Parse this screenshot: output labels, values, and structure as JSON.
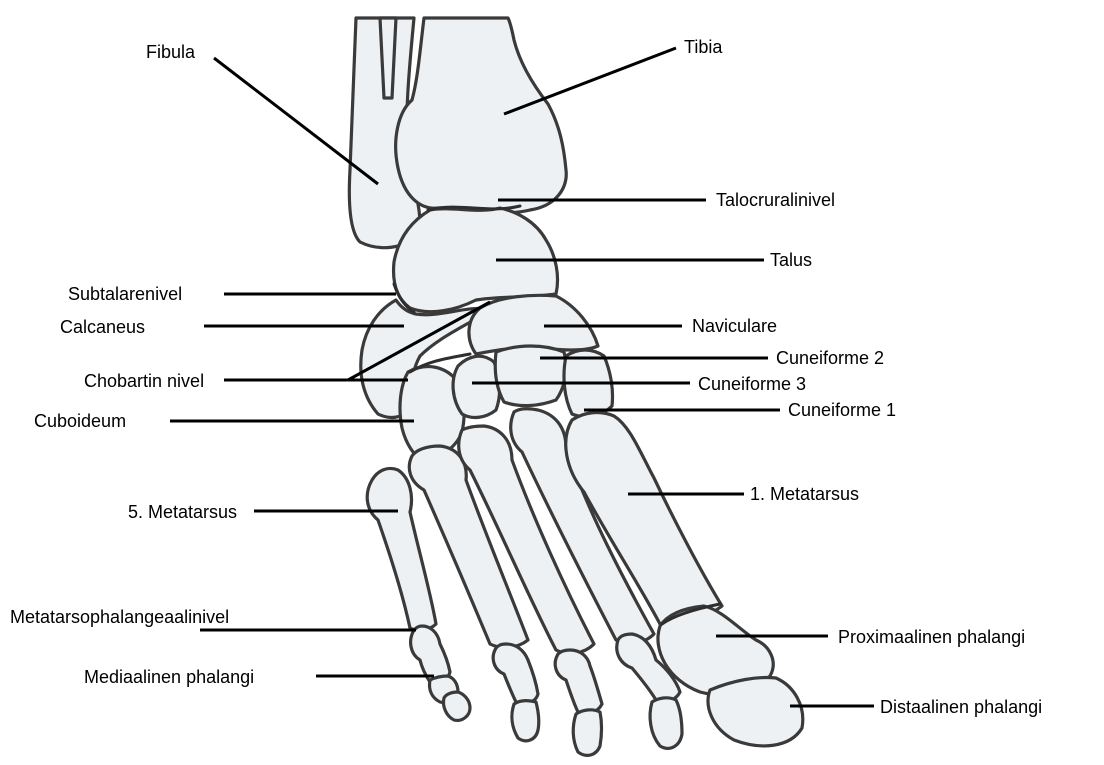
{
  "diagram": {
    "labels": {
      "fibula": "Fibula",
      "tibia": "Tibia",
      "talocrural": "Talocruralinivel",
      "talus": "Talus",
      "subtalar": "Subtalarenivel",
      "calcaneus": "Calcaneus",
      "naviculare": "Naviculare",
      "cuneiforme2": "Cuneiforme 2",
      "chobartin": "Chobartin nivel",
      "cuneiforme3": "Cuneiforme 3",
      "cuneiforme1": "Cuneiforme 1",
      "cuboideum": "Cuboideum",
      "metatarsus1": "1. Metatarsus",
      "metatarsus5": "5. Metatarsus",
      "metatarsophalangeal": "Metatarsophalangeaalinivel",
      "proximal_phalanx": "Proximaalinen phalangi",
      "medial_phalanx": "Mediaalinen phalangi",
      "distal_phalanx": "Distaalinen phalangi"
    }
  }
}
